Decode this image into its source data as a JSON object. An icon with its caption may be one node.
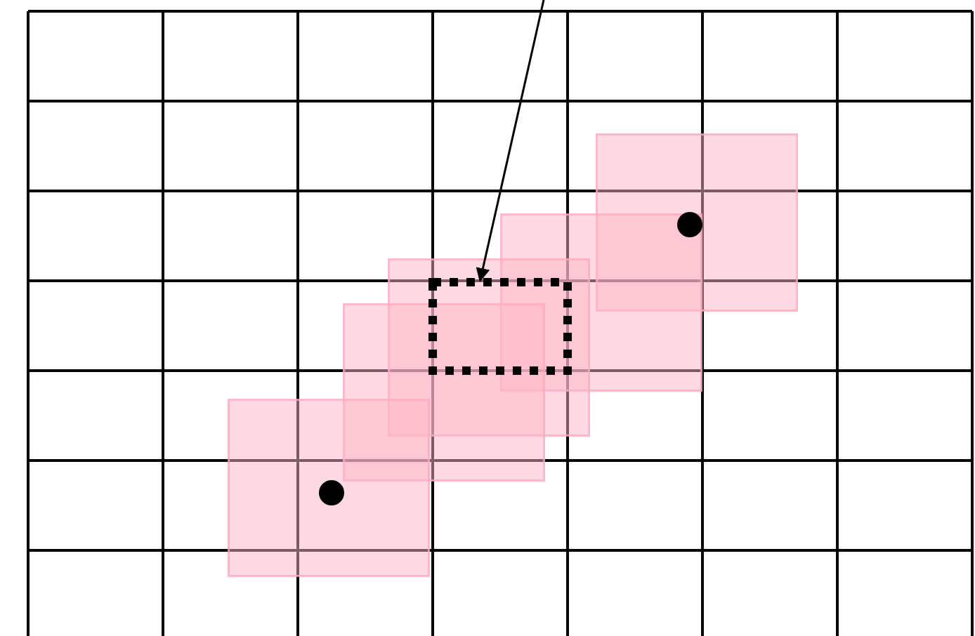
{
  "diagram": {
    "nodes": [
      {
        "text": [],
        "shape": "box"
      },
      {
        "text": [],
        "shape": "box"
      },
      {
        "text": [],
        "shape": "circle"
      },
      {
        "text": [],
        "shape": "box"
      },
      {
        "text": [],
        "shape": "box",
        "in": 3
      },
      {
        "text": [],
        "shape": "box"
      },
      {
        "text": [],
        "shape": "box"
      },
      {
        "text": [],
        "shape": "circle",
        "in": 6
      }
    ],
    "edges": [
      {
        "from": null,
        "to": 4,
        "arrow": "to"
      }
    ]
  }
}
